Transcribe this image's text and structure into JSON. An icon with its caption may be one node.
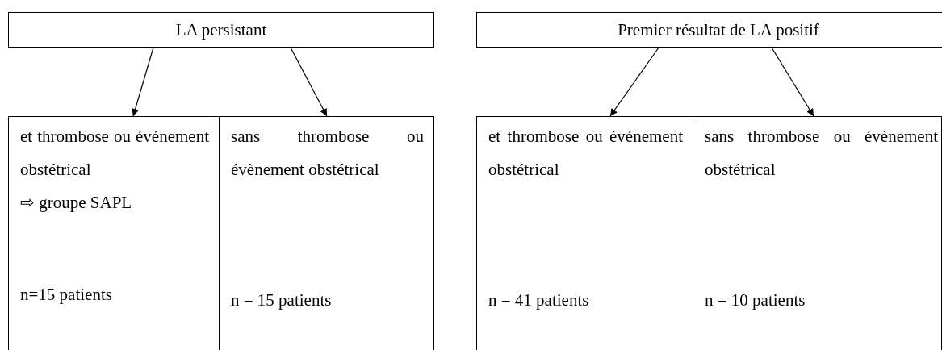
{
  "diagram": {
    "nodes": [
      {
        "text": [
          "LA persistant"
        ]
      },
      {
        "text": [
          "Premier résultat de LA positif"
        ]
      },
      {
        "text": [
          "et thrombose ou événement obstétrical",
          "⇨ groupe SAPL",
          "n=15 patients"
        ]
      },
      {
        "text": [
          "sans thrombose ou évènement obstétrical",
          "n = 15 patients"
        ]
      },
      {
        "text": [
          "et thrombose ou événement obstétrical",
          "n = 41 patients"
        ]
      },
      {
        "text": [
          "sans thrombose ou évènement obstétrical",
          "n = 10 patients"
        ]
      }
    ],
    "edges": [
      {
        "from": 0,
        "to": 2,
        "arrow": "to"
      },
      {
        "from": 0,
        "to": 3,
        "arrow": "to"
      },
      {
        "from": 1,
        "to": 4,
        "arrow": "to"
      },
      {
        "from": 1,
        "to": 5,
        "arrow": "to"
      }
    ]
  }
}
